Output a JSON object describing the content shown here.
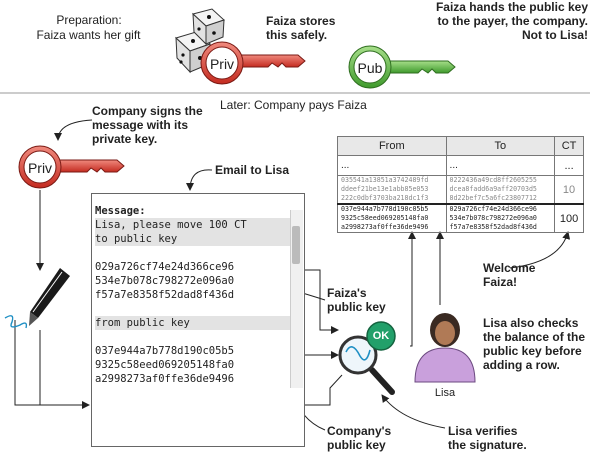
{
  "preparation": {
    "title": "Preparation:",
    "subtitle": "Faiza wants her gift",
    "priv_label": "Priv",
    "priv_note": [
      "Faiza stores",
      "this safely."
    ],
    "pub_label": "Pub",
    "pub_note": [
      "Faiza hands the public key",
      "to the payer, the company.",
      "Not to Lisa!"
    ]
  },
  "later_heading": "Later: Company pays Faiza",
  "company": {
    "note": [
      "Company signs the",
      "message with its",
      "private key."
    ],
    "key_label": "Priv"
  },
  "email": {
    "label": "Email to Lisa",
    "header": "Message:",
    "lines": [
      "Lisa, please move 100 CT",
      "to public key",
      "",
      "029a726cf74e24d366ce96",
      "534e7b078c798272e096a0",
      "f57a7e8358f52dad8f436d",
      "",
      "from public key",
      "",
      "037e944a7b778d190c05b5",
      "9325c58eed069205148fa0",
      "a2998273af0ffe36de9496"
    ]
  },
  "callouts": {
    "faiza_key": [
      "Faiza's",
      "public key"
    ],
    "company_key": [
      "Company's",
      "public key"
    ],
    "verifies": [
      "Lisa verifies",
      "the signature."
    ],
    "welcome": [
      "Welcome",
      "Faiza!"
    ],
    "checks": [
      "Lisa also checks",
      "the balance of the",
      "public key before",
      "adding a row."
    ]
  },
  "ok_badge": "OK",
  "lisa_label": "Lisa",
  "ledger": {
    "headers": [
      "From",
      "To",
      "CT"
    ],
    "rows": [
      {
        "from": "...",
        "to": "...",
        "ct": "..."
      },
      {
        "from": "035541a13851a3742489fd\nddeef21be13e1abb85e053\n222c0dbf3703ba218dc1f3",
        "to": "0222436a49cd8ff2605255\ndcea8fadd6a9aff20703d5\n8d22bef7c5a6fc23807712",
        "ct": "10"
      },
      {
        "from": "037e944a7b778d190c05b5\n9325c58eed069205148fa0\na2998273af0ffe36de9496",
        "to": "029a726cf74e24d366ce96\n534e7b078c798272e096a0\nf57a7e8358f52dad8f436d",
        "ct": "100"
      }
    ]
  },
  "colors": {
    "priv_key": "#d94034",
    "pub_key": "#4caf3f",
    "ok_badge": "#22a06a",
    "signature": "#1f8fc4"
  }
}
